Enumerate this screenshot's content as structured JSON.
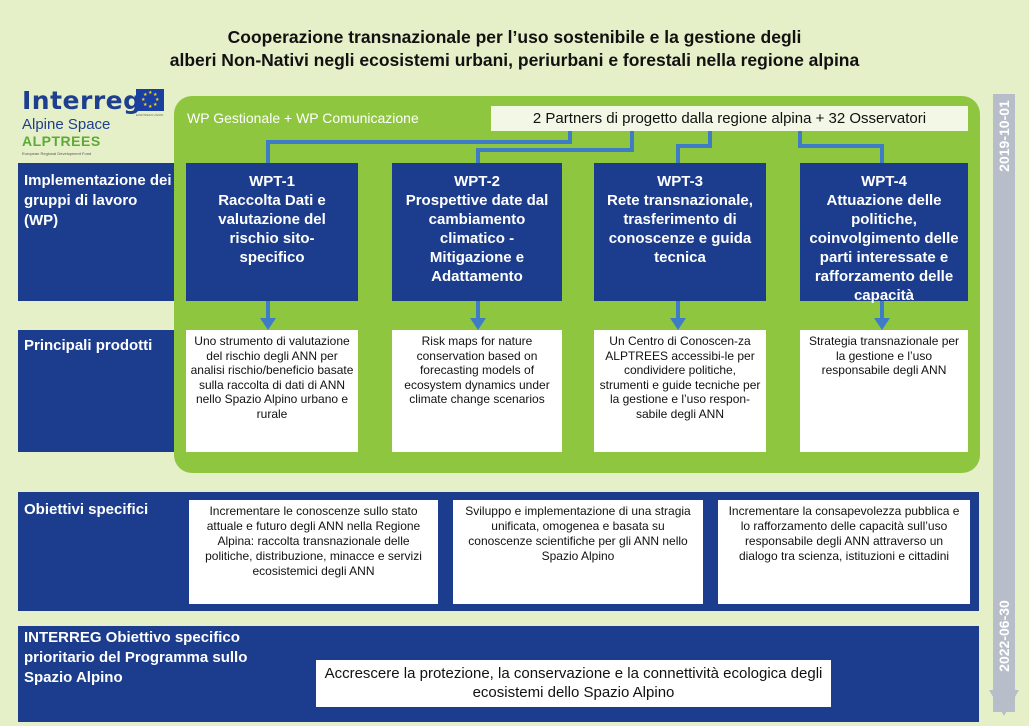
{
  "title": {
    "line1": "Cooperazione transnazionale per l’uso sostenibile e la gestione degli",
    "line2": "alberi Non-Nativi negli ecosistemi urbani, periurbani e forestali nella regione alpina"
  },
  "logo": {
    "brand": "Interreg",
    "programme": "Alpine Space",
    "project": "ALPTREES",
    "fund": "European Regional Development Fund",
    "flag_caption": "EUROPEAN UNION",
    "icon": "eu-flag-icon"
  },
  "wp_management": "WP Gestionale + WP Comunicazione",
  "partners": "2 Partners di progetto dalla regione alpina + 32 Osservatori",
  "rows": {
    "implementation": "Implementazione dei gruppi di lavoro (WP)",
    "products": "Principali prodotti",
    "objectives": "Obiettivi specifici",
    "interreg": "INTERREG Obiettivo specifico prioritario del Programma sullo Spazio Alpino"
  },
  "wpts": [
    {
      "code": "WPT-1",
      "title": "Raccolta Dati e valutazione del rischio sito-specifico",
      "product": "Uno strumento di valutazione del rischio degli ANN per analisi rischio/beneficio basate sulla raccolta di dati di ANN nello Spazio Alpino urbano e rurale"
    },
    {
      "code": "WPT-2",
      "title": "Prospettive date dal cambiamento climatico - Mitigazione e Adattamento",
      "product": "Risk maps for nature conservation based on forecasting models of ecosystem dynamics under climate change scenarios"
    },
    {
      "code": "WPT-3",
      "title": "Rete transnazionale, trasferimento di conoscenze e guida tecnica",
      "product": "Un Centro di Conoscen-za ALPTREES accessibi-le per condividere politiche, strumenti e guide tecniche per la gestione e l’uso respon-sabile degli ANN"
    },
    {
      "code": "WPT-4",
      "title": "Attuazione delle politiche, coinvolgimento delle parti interessate e rafforzamento delle capacità",
      "product": "Strategia transnazionale per la gestione e l’uso responsabile degli ANN"
    }
  ],
  "objectives": [
    "Incrementare le conoscenze sullo stato attuale e futuro degli ANN nella Regione Alpina: raccolta transnazionale delle politiche, distribuzione, minacce e servizi ecosistemici degli ANN",
    "Sviluppo e implementazione di una stragia unificata, omogenea e basata su conoscenze scientifiche per gli ANN nello Spazio Alpino",
    "Incrementare la consapevolezza pubblica e lo rafforzamento delle capacità sull’uso responsabile degli ANN attraverso un dialogo tra scienza, istituzioni e cittadini"
  ],
  "goal": "Accrescere la protezione, la conservazione e la connettività ecologica degli ecosistemi dello Spazio Alpino",
  "timeline": {
    "start": "2019-10-01",
    "end": "2022-06-30"
  },
  "colors": {
    "background": "#e6f0c8",
    "green": "#8fc640",
    "blue": "#1c3d8e",
    "arrow": "#3e7cc6",
    "date_bar": "#b8bec9"
  }
}
